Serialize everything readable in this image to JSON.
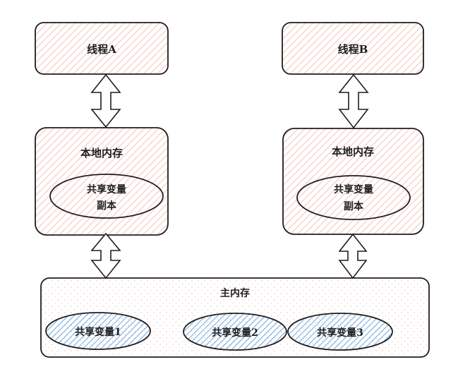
{
  "diagram": {
    "threads": [
      {
        "name": "线程A",
        "local_memory": {
          "title": "本地内存",
          "copy_line1": "共享变量",
          "copy_line2": "副本"
        }
      },
      {
        "name": "线程B",
        "local_memory": {
          "title": "本地内存",
          "copy_line1": "共享变量",
          "copy_line2": "副本"
        }
      }
    ],
    "main_memory": {
      "title": "主内存",
      "variables": [
        "共享变量1",
        "共享变量2",
        "共享变量3"
      ]
    },
    "colors": {
      "stroke": "#1e1e1e",
      "thread_fill_hatch": "#ffc9c9",
      "variable_fill_hatch": "#74b0e8",
      "main_memory_dots": "#ffc9c9"
    }
  }
}
